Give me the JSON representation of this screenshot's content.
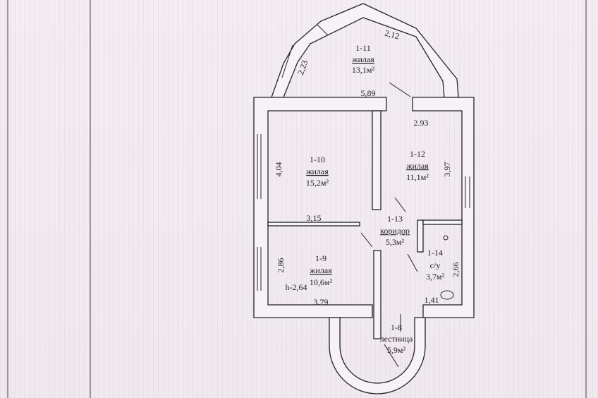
{
  "rooms": [
    {
      "id": "1-11",
      "type": "жилая",
      "area": "13,1м²"
    },
    {
      "id": "1-10",
      "type": "жилая",
      "area": "15,2м²"
    },
    {
      "id": "1-12",
      "type": "жилая",
      "area": "11,1м²"
    },
    {
      "id": "1-13",
      "type": "коридор",
      "area": "5,3м²"
    },
    {
      "id": "1-9",
      "type": "жилая",
      "area": "10,6м²"
    },
    {
      "id": "1-14",
      "type": "с/у",
      "area": "3,7м²"
    },
    {
      "id": "1-8",
      "type": "лестница",
      "area": "5,9м²"
    }
  ],
  "dimensions": {
    "d_2_12": "2,12",
    "d_2_23": "2,23",
    "d_5_89": "5,89",
    "d_2_93": "2.93",
    "d_4_04": "4,04",
    "d_3_97": "3,97",
    "d_3_15": "3,15",
    "d_2_86": "2,86",
    "d_3_79": "3.79",
    "d_2_66": "2,66",
    "d_1_41": "1,41",
    "height": "h-2,64"
  }
}
